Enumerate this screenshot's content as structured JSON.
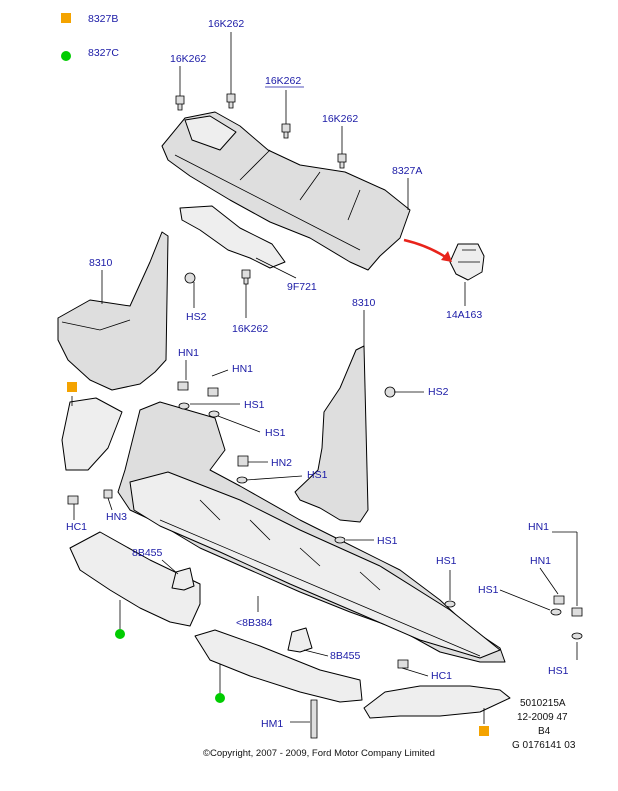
{
  "legend": [
    {
      "code": "8327B",
      "marker": "orange-square",
      "color": "#f4a300"
    },
    {
      "code": "8327C",
      "marker": "green-circle",
      "color": "#00cc00"
    }
  ],
  "labels": {
    "16K262_a": "16K262",
    "16K262_b": "16K262",
    "16K262_c": "16K262",
    "16K262_d": "16K262",
    "16K262_e": "16K262",
    "8327A": "8327A",
    "8310_left": "8310",
    "8310_right": "8310",
    "9F721": "9F721",
    "HS2_left": "HS2",
    "HS2_right": "HS2",
    "14A163": "14A163",
    "HN1_a": "HN1",
    "HN1_b": "HN1",
    "HN1_c": "HN1",
    "HN1_d": "HN1",
    "HS1_a": "HS1",
    "HS1_b": "HS1",
    "HS1_c": "HS1",
    "HS1_d": "HS1",
    "HS1_e": "HS1",
    "HS1_f": "HS1",
    "HS1_g": "HS1",
    "HN2": "HN2",
    "HC1_left": "HC1",
    "HC1_right": "HC1",
    "HN3": "HN3",
    "8B455_a": "8B455",
    "8B455_b": "8B455",
    "8B384": "<8B384",
    "HM1": "HM1"
  },
  "meta": {
    "line1": "5010215A",
    "line2": "12-2009 47",
    "line3": "B4",
    "line4": "G 0176141 03"
  },
  "copyright": "©Copyright, 2007 - 2009, Ford Motor Company Limited",
  "colors": {
    "label_blue": "#1a1aa6",
    "arrow_red": "#e8231b",
    "orange": "#f4a300",
    "green": "#00cc00"
  }
}
